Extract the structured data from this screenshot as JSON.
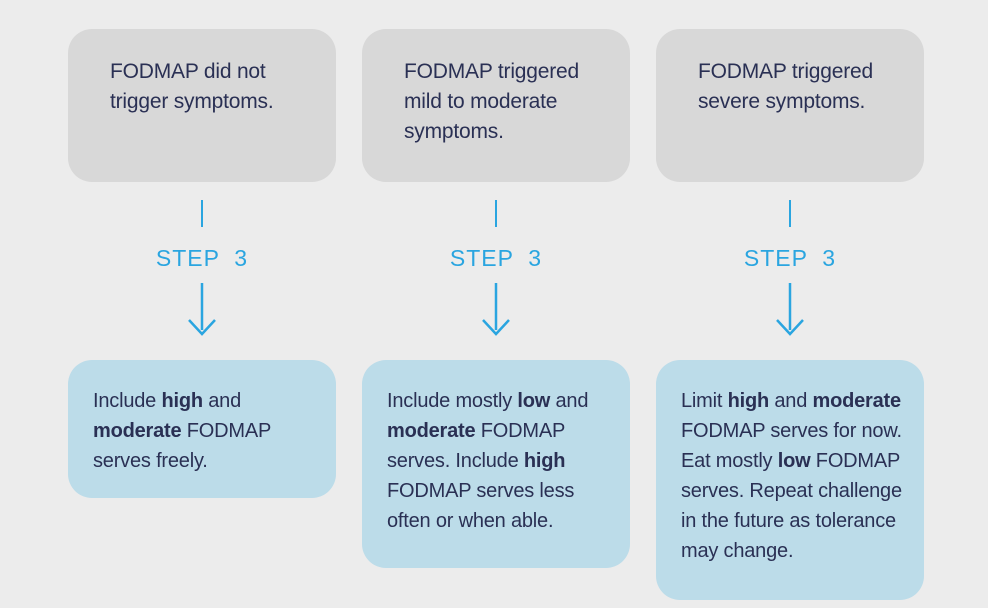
{
  "colors": {
    "background": "#ececec",
    "box_gray": "#d8d8d8",
    "box_blue": "#bcdce9",
    "text_navy": "#2a3054",
    "accent_blue": "#2aa5e0"
  },
  "columns": [
    {
      "outcome": "FODMAP did not trigger symptoms.",
      "step_label": "STEP  3",
      "action_segments": [
        {
          "t": "Include ",
          "b": false
        },
        {
          "t": "high",
          "b": true
        },
        {
          "t": " and ",
          "b": false
        },
        {
          "t": "moderate",
          "b": true
        },
        {
          "t": " FODMAP serves freely.",
          "b": false
        }
      ]
    },
    {
      "outcome": "FODMAP triggered mild to moderate symptoms.",
      "step_label": "STEP  3",
      "action_segments": [
        {
          "t": "Include mostly ",
          "b": false
        },
        {
          "t": "low",
          "b": true
        },
        {
          "t": " and ",
          "b": false
        },
        {
          "t": "moderate",
          "b": true
        },
        {
          "t": " FODMAP serves. Include ",
          "b": false
        },
        {
          "t": "high",
          "b": true
        },
        {
          "t": " FODMAP serves less often or when able.",
          "b": false
        }
      ]
    },
    {
      "outcome": "FODMAP triggered severe symptoms.",
      "step_label": "STEP  3",
      "action_segments": [
        {
          "t": "Limit ",
          "b": false
        },
        {
          "t": "high",
          "b": true
        },
        {
          "t": " and ",
          "b": false
        },
        {
          "t": "moderate",
          "b": true
        },
        {
          "t": " FODMAP serves for now. Eat mostly ",
          "b": false
        },
        {
          "t": "low",
          "b": true
        },
        {
          "t": " FODMAP serves. Repeat challenge in the future as tolerance may change.",
          "b": false
        }
      ]
    }
  ]
}
